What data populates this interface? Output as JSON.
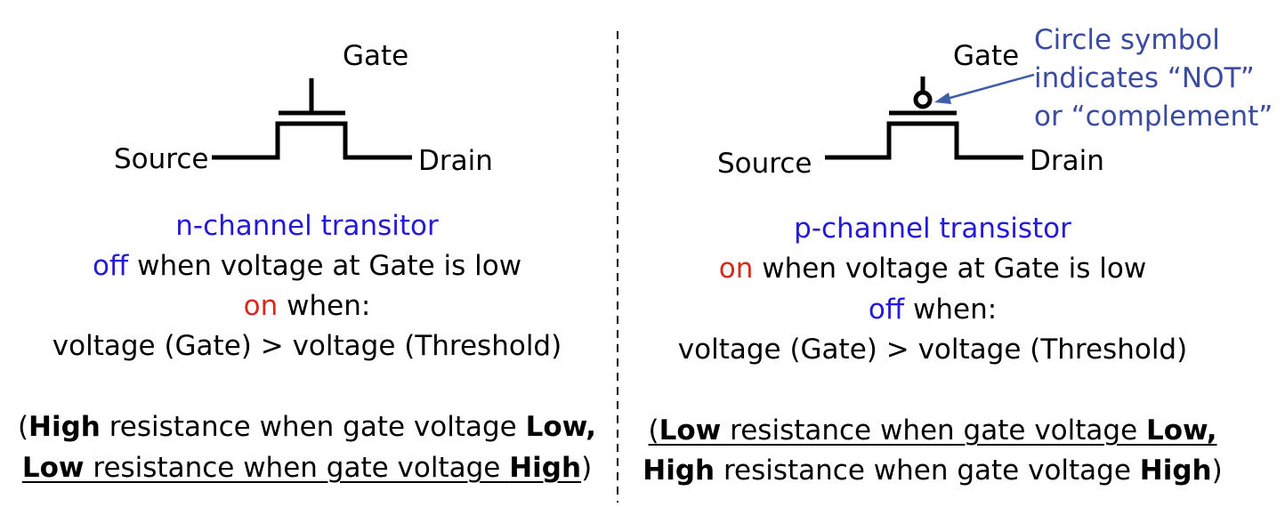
{
  "left": {
    "gate": "Gate",
    "source": "Source",
    "drain": "Drain",
    "title": "n-channel transitor",
    "line1_state": "off",
    "line1_rest": " when voltage at Gate is low",
    "line2_state": "on",
    "line2_rest": " when:",
    "line3": "voltage (Gate) > voltage (Threshold)",
    "paren_a": {
      "open": "(",
      "b1": "High",
      "mid": " resistance when gate voltage ",
      "b2": "Low,",
      "close": ""
    },
    "paren_b": {
      "open": "",
      "b1": "Low",
      "mid": " resistance when gate voltage ",
      "b2": "High",
      "close": ")"
    }
  },
  "right": {
    "gate": "Gate",
    "source": "Source",
    "drain": "Drain",
    "title": "p-channel transistor",
    "line1_state": "on",
    "line1_rest": " when voltage at Gate is low",
    "line2_state": "off",
    "line2_rest": " when:",
    "line3": "voltage (Gate) > voltage (Threshold)",
    "paren_a": {
      "open": "(",
      "b1": "Low",
      "mid": " resistance when gate voltage ",
      "b2": "Low,",
      "close": ""
    },
    "paren_b": {
      "open": "",
      "b1": "High",
      "mid": " resistance when gate voltage ",
      "b2": "High",
      "close": ")"
    }
  },
  "annotation": {
    "line1": "Circle symbol",
    "line2": "indicates “NOT”",
    "line3": "or “complement”"
  },
  "colors": {
    "state_blue": "#2419d8",
    "state_red": "#d52a1c",
    "annotation": "#3a4ba0"
  }
}
